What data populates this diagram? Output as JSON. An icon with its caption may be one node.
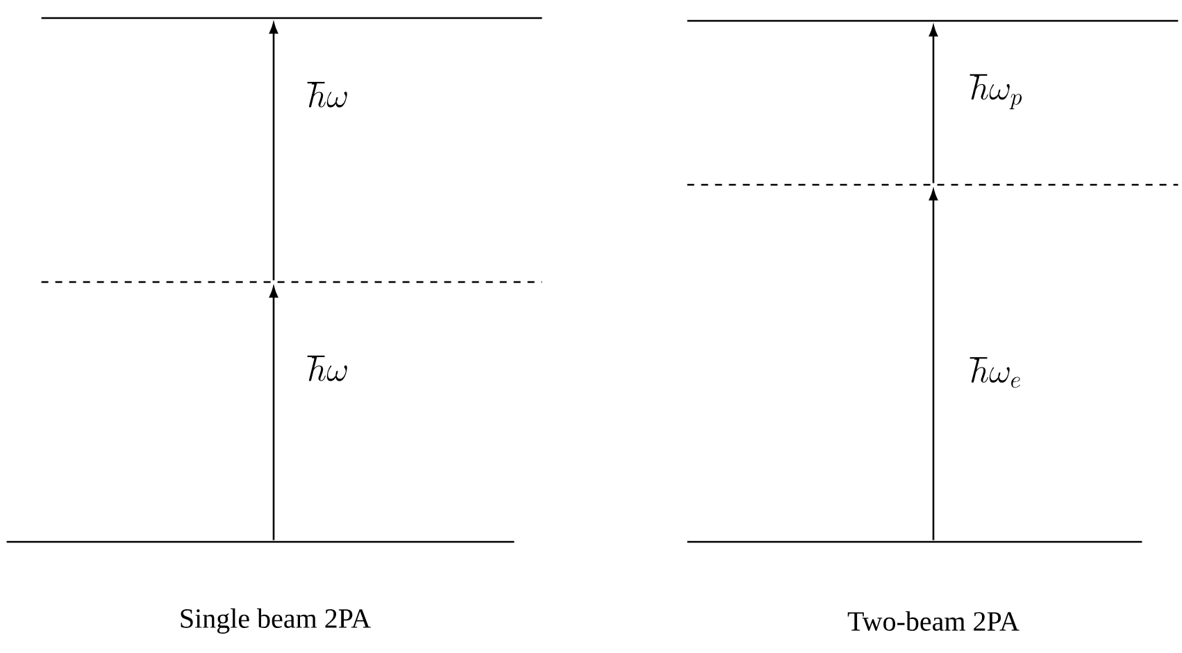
{
  "diagram": {
    "nodes": [
      {
        "text": [],
        "shape": "line"
      },
      {
        "text": [],
        "shape": "dashed"
      },
      {
        "text": [],
        "shape": "line"
      },
      {
        "text": [],
        "shape": "line"
      },
      {
        "text": [],
        "shape": "dashed"
      },
      {
        "text": [],
        "shape": "line"
      }
    ],
    "edges": [
      {
        "from": 2,
        "to": 1,
        "arrow": "to",
        "label": "\\hbar\\omega"
      },
      {
        "from": 1,
        "to": 0,
        "arrow": "to",
        "label": "\\hbar\\omega"
      },
      {
        "from": 5,
        "to": 4,
        "arrow": "to",
        "label": "\\hbar\\omega_e"
      },
      {
        "from": 4,
        "to": 3,
        "arrow": "to",
        "label": "\\hbar\\omega_p"
      }
    ],
    "labels": [
      "Single beam 2PA",
      "Two-beam 2PA"
    ]
  }
}
